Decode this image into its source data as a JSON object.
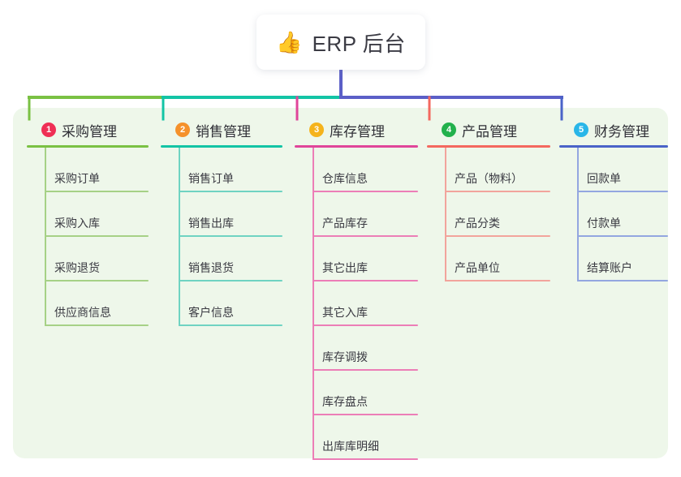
{
  "diagram": {
    "type": "tree-mindmap",
    "background": "#ffffff",
    "panel_color": "#eef7ea",
    "root": {
      "emoji": "👍",
      "emoji_name": "thumbs-up-icon",
      "title": "ERP 后台",
      "card_color": "#ffffff"
    },
    "trunk_color": "#5b5fc7",
    "branches": [
      {
        "number": "1",
        "label": "采购管理",
        "badge_color": "#ef2f55",
        "line_color": "#7ac143",
        "leaf_line_color": "#a6d186",
        "leaves": [
          "采购订单",
          "采购入库",
          "采购退货",
          "供应商信息"
        ]
      },
      {
        "number": "2",
        "label": "销售管理",
        "badge_color": "#f5912b",
        "line_color": "#13c4a5",
        "leaf_line_color": "#6fd3c2",
        "leaves": [
          "销售订单",
          "销售出库",
          "销售退货",
          "客户信息"
        ]
      },
      {
        "number": "3",
        "label": "库存管理",
        "badge_color": "#f5b31c",
        "line_color": "#e0459a",
        "leaf_line_color": "#ec7eb7",
        "leaves": [
          "仓库信息",
          "产品库存",
          "其它出库",
          "其它入库",
          "库存调拨",
          "库存盘点",
          "出库库明细"
        ]
      },
      {
        "number": "4",
        "label": "产品管理",
        "badge_color": "#22b14c",
        "line_color": "#f4685f",
        "leaf_line_color": "#f2a49c",
        "leaves": [
          "产品（物料）",
          "产品分类",
          "产品单位"
        ]
      },
      {
        "number": "5",
        "label": "财务管理",
        "badge_color": "#29b6e8",
        "line_color": "#4a63c8",
        "leaf_line_color": "#93a6e0",
        "leaves": [
          "回款单",
          "付款单",
          "结算账户"
        ]
      }
    ]
  }
}
